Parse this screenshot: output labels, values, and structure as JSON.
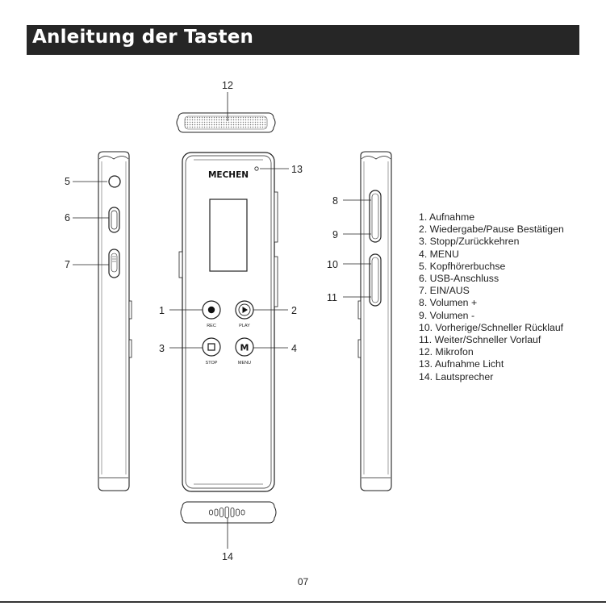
{
  "title": "Anleitung der Tasten",
  "brand": "MECHEN",
  "button_labels": {
    "rec": "REC",
    "play": "PLAY",
    "stop": "STOP",
    "menu": "MENU",
    "menu_glyph": "M"
  },
  "callouts": {
    "n1": "1",
    "n2": "2",
    "n3": "3",
    "n4": "4",
    "n5": "5",
    "n6": "6",
    "n7": "7",
    "n8": "8",
    "n9": "9",
    "n10": "10",
    "n11": "11",
    "n12": "12",
    "n13": "13",
    "n14": "14"
  },
  "legend": [
    "1. Aufnahme",
    "2. Wiedergabe/Pause Bestätigen",
    "3. Stopp/Zurückkehren",
    "4. MENU",
    "5. Kopfhörerbuchse",
    "6. USB-Anschluss",
    "7. EIN/AUS",
    "8. Volumen +",
    "9. Volumen -",
    "10. Vorherige/Schneller Rücklauf",
    "11. Weiter/Schneller Vorlauf",
    "12. Mikrofon",
    "13. Aufnahme Licht",
    "14. Lautsprecher"
  ],
  "page_number": "07",
  "colors": {
    "title_bar": "#262626",
    "title_text": "#ffffff",
    "line": "#1a1a1a"
  }
}
